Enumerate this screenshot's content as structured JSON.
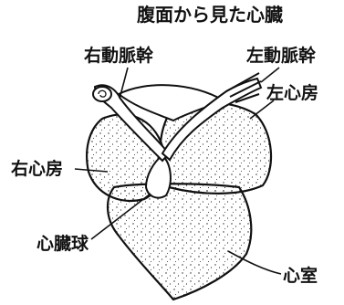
{
  "diagram": {
    "title": "腹面から見た心臓",
    "labels": {
      "right_aortic_trunk": "右動脈幹",
      "left_aortic_trunk": "左動脈幹",
      "left_atrium": "左心房",
      "right_atrium": "右心房",
      "bulbus_cordis": "心臓球",
      "ventricle": "心室"
    },
    "style": {
      "ink": "#111111",
      "background": "#ffffff"
    }
  }
}
